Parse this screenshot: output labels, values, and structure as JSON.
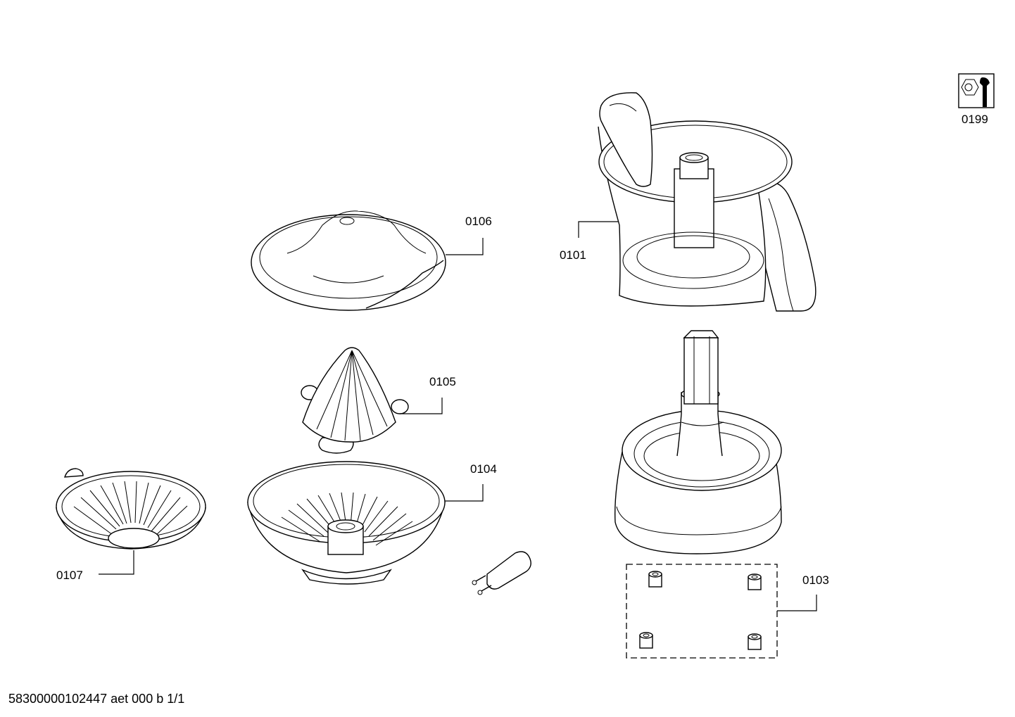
{
  "parts": {
    "p0101": "0101",
    "p0103": "0103",
    "p0104": "0104",
    "p0105": "0105",
    "p0106": "0106",
    "p0107": "0107",
    "p0199": "0199"
  },
  "footer": {
    "doc_id": "58300000102447 aet 000 b 1/1"
  },
  "icons": {
    "service": "wrench-nut-icon"
  }
}
